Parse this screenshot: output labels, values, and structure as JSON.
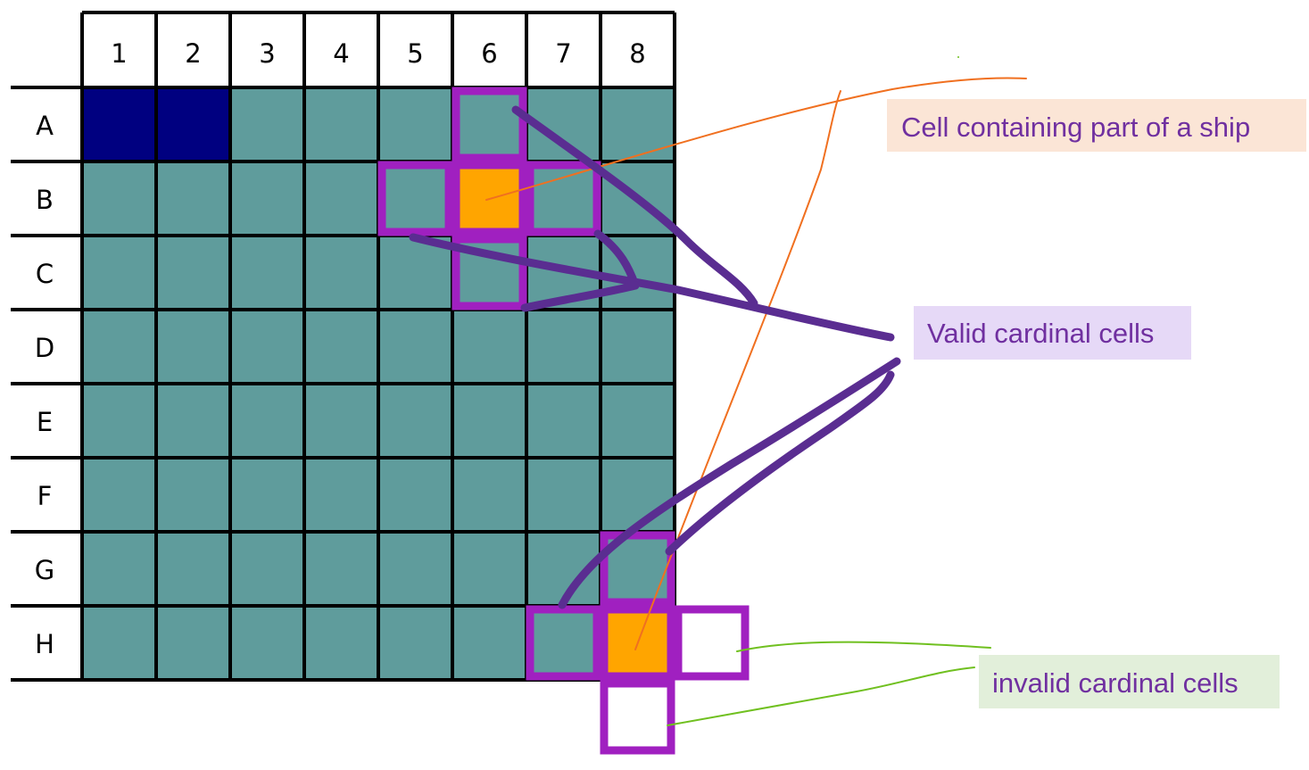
{
  "grid": {
    "column_headers": [
      "1",
      "2",
      "3",
      "4",
      "5",
      "6",
      "7",
      "8"
    ],
    "row_headers": [
      "A",
      "B",
      "C",
      "D",
      "E",
      "F",
      "G",
      "H"
    ],
    "ship_cells": [
      "A1",
      "A2"
    ],
    "target_cells": [
      "B6",
      "H8"
    ],
    "colors": {
      "water": "#5f9c9c",
      "ship": "#000080",
      "target": "#ffa500",
      "grid_line": "#000000",
      "header_bg": "#ffffff",
      "highlight_border": "#a020c0"
    }
  },
  "highlights": [
    {
      "name": "b6-cross",
      "center": "B6",
      "cells": [
        "A6",
        "B5",
        "B6",
        "B7",
        "C6"
      ]
    },
    {
      "name": "h8-cross",
      "center": "H8",
      "cells": [
        "G8",
        "H7",
        "H8",
        "H9",
        "I8"
      ]
    }
  ],
  "annotations": {
    "ship_cell": {
      "text": "Cell containing part of a ship",
      "bg": "#fbe5d6",
      "text_color": "#7030a0",
      "line_color": "#f07020"
    },
    "valid": {
      "text": "Valid cardinal cells",
      "bg": "#e6d9f7",
      "text_color": "#7030a0",
      "line_color": "#5a2d91"
    },
    "invalid": {
      "text": "invalid cardinal cells",
      "bg": "#e2efda",
      "text_color": "#7030a0",
      "line_color": "#70c020"
    }
  }
}
